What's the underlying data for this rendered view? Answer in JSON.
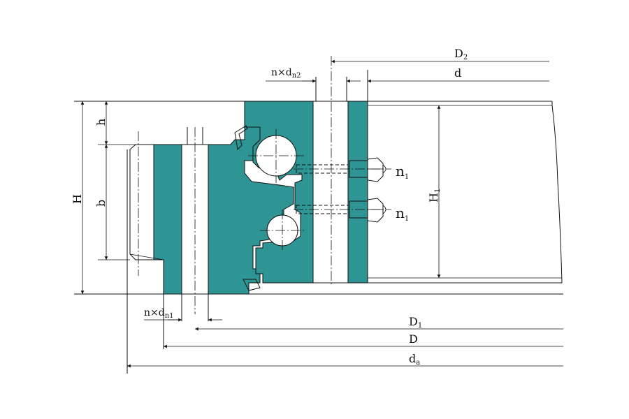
{
  "colors": {
    "ring": "#2e9494",
    "line": "#111111",
    "background": "#ffffff"
  },
  "labels": {
    "D2": {
      "main": "D",
      "sub": "2"
    },
    "d": {
      "main": "d",
      "sub": ""
    },
    "n_dn2": {
      "main": "n×d",
      "sub": "n2"
    },
    "h": {
      "main": "h",
      "sub": ""
    },
    "H": {
      "main": "H",
      "sub": ""
    },
    "b": {
      "main": "b",
      "sub": ""
    },
    "H1": {
      "main": "H",
      "sub": "1"
    },
    "n1_top": {
      "main": "n",
      "sub": "1"
    },
    "n1_bottom": {
      "main": "n",
      "sub": "1"
    },
    "n_dn1": {
      "main": "n×d",
      "sub": "n1"
    },
    "D1": {
      "main": "D",
      "sub": "1"
    },
    "D": {
      "main": "D",
      "sub": ""
    },
    "da": {
      "main": "d",
      "sub": "a"
    }
  }
}
